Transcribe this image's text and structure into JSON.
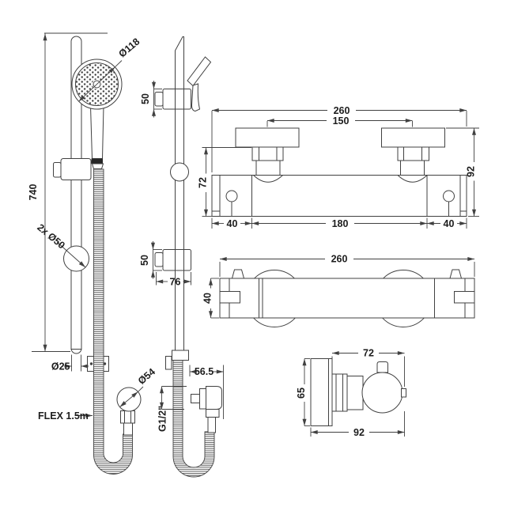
{
  "meta": {
    "background_color": "#ffffff",
    "line_color": "#414141",
    "text_color": "#1d1d1d"
  },
  "views": {
    "rail_front": {
      "labels": {
        "head_diameter": "Ø118",
        "rail_height": "740",
        "bracket_diameter": "2x Ø50",
        "rail_diameter": "Ø25",
        "hose_length": "FLEX 1.5m",
        "elbow_diameter": "Ø54"
      }
    },
    "rail_side": {
      "labels": {
        "top_holder_height": "50",
        "bottom_holder_height": "50",
        "holder_depth": "76",
        "outlet_offset": "56.5",
        "outlet_thread": "G1/2\""
      }
    },
    "valve_front": {
      "labels": {
        "width": "260",
        "union_spacing": "150",
        "height_left": "72",
        "height_right": "92",
        "left_offset": "40",
        "center_span": "180",
        "right_offset": "40"
      }
    },
    "valve_top": {
      "labels": {
        "width": "260",
        "depth": "40"
      }
    },
    "valve_side": {
      "labels": {
        "projection": "72",
        "plate_height": "65",
        "total_projection": "92"
      }
    }
  }
}
